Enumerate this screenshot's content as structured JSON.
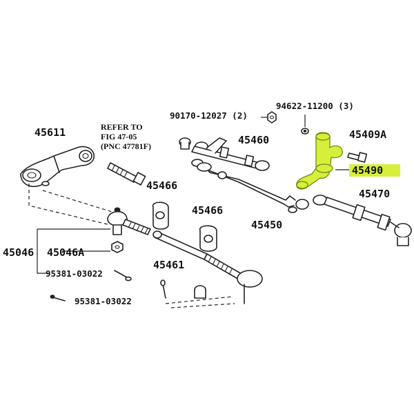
{
  "parts": {
    "p45611": "45611",
    "p45460": "45460",
    "p45409A": "45409A",
    "p45490": "45490",
    "p45466a": "45466",
    "p45466b": "45466",
    "p45470": "45470",
    "p45450": "45450",
    "p45461": "45461",
    "p45046": "45046",
    "p45046A": "45046A",
    "p95381a": "95381-03022",
    "p95381b": "95381-03022",
    "p90170": "90170-12027 (2)",
    "p94622": "94622-11200 (3)"
  },
  "refer": {
    "line1": "REFER TO",
    "line2": "FIG 47-05",
    "line3": "(PNC 47781F)"
  },
  "colors": {
    "highlight": "#d7ef3b",
    "ink": "#222222"
  }
}
